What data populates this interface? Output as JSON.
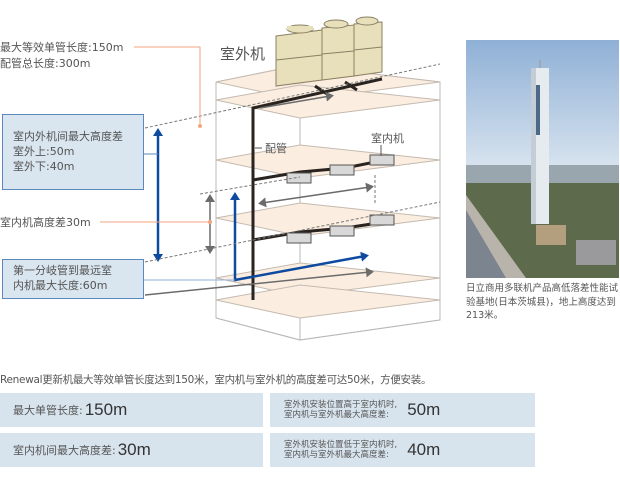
{
  "diagram": {
    "labels": {
      "outdoor_unit": "室外机",
      "indoor_unit": "室内机",
      "piping": "配管",
      "max_equiv_pipe": "最大等效单管长度:150m",
      "total_pipe": "配管总长度:300m",
      "indoor_height_diff": "室内机高度差30m"
    },
    "callouts": {
      "height_diff": {
        "title": "室内外机间最大高度差",
        "line1": "室外上:50m",
        "line2": "室外下:40m"
      },
      "branch": {
        "line1": "第一分岐管到最远室",
        "line2": "内机最大长度:60m"
      }
    },
    "colors": {
      "callout_bg": "#d9e5ef",
      "callout_border": "#5b88bd",
      "arrow_blue": "#0d4aa0",
      "pipe": "#2a2420",
      "floor": "#fbeee0",
      "leader_orange": "#f2a57c",
      "unit_body": "#e8dfbb"
    }
  },
  "photo": {
    "caption": "日立商用多联机产品高低落差性能试验基地(日本茨城县)，地上高度达到213米。"
  },
  "summary": "Renewal更新机最大等效单管长度达到150米，室内机与室外机的高度差可达50米，方便安装。",
  "specs": [
    {
      "label": "最大单管长度:",
      "value": "150m"
    },
    {
      "label_line1": "室外机安装位置高于室内机时,",
      "label_line2": "室内机与室外机最大高度差:",
      "value": "50m"
    },
    {
      "label": "室内机间最大高度差:",
      "value": "30m"
    },
    {
      "label_line1": "室外机安装位置低于室内机时,",
      "label_line2": "室内机与室外机最大高度差:",
      "value": "40m"
    }
  ]
}
